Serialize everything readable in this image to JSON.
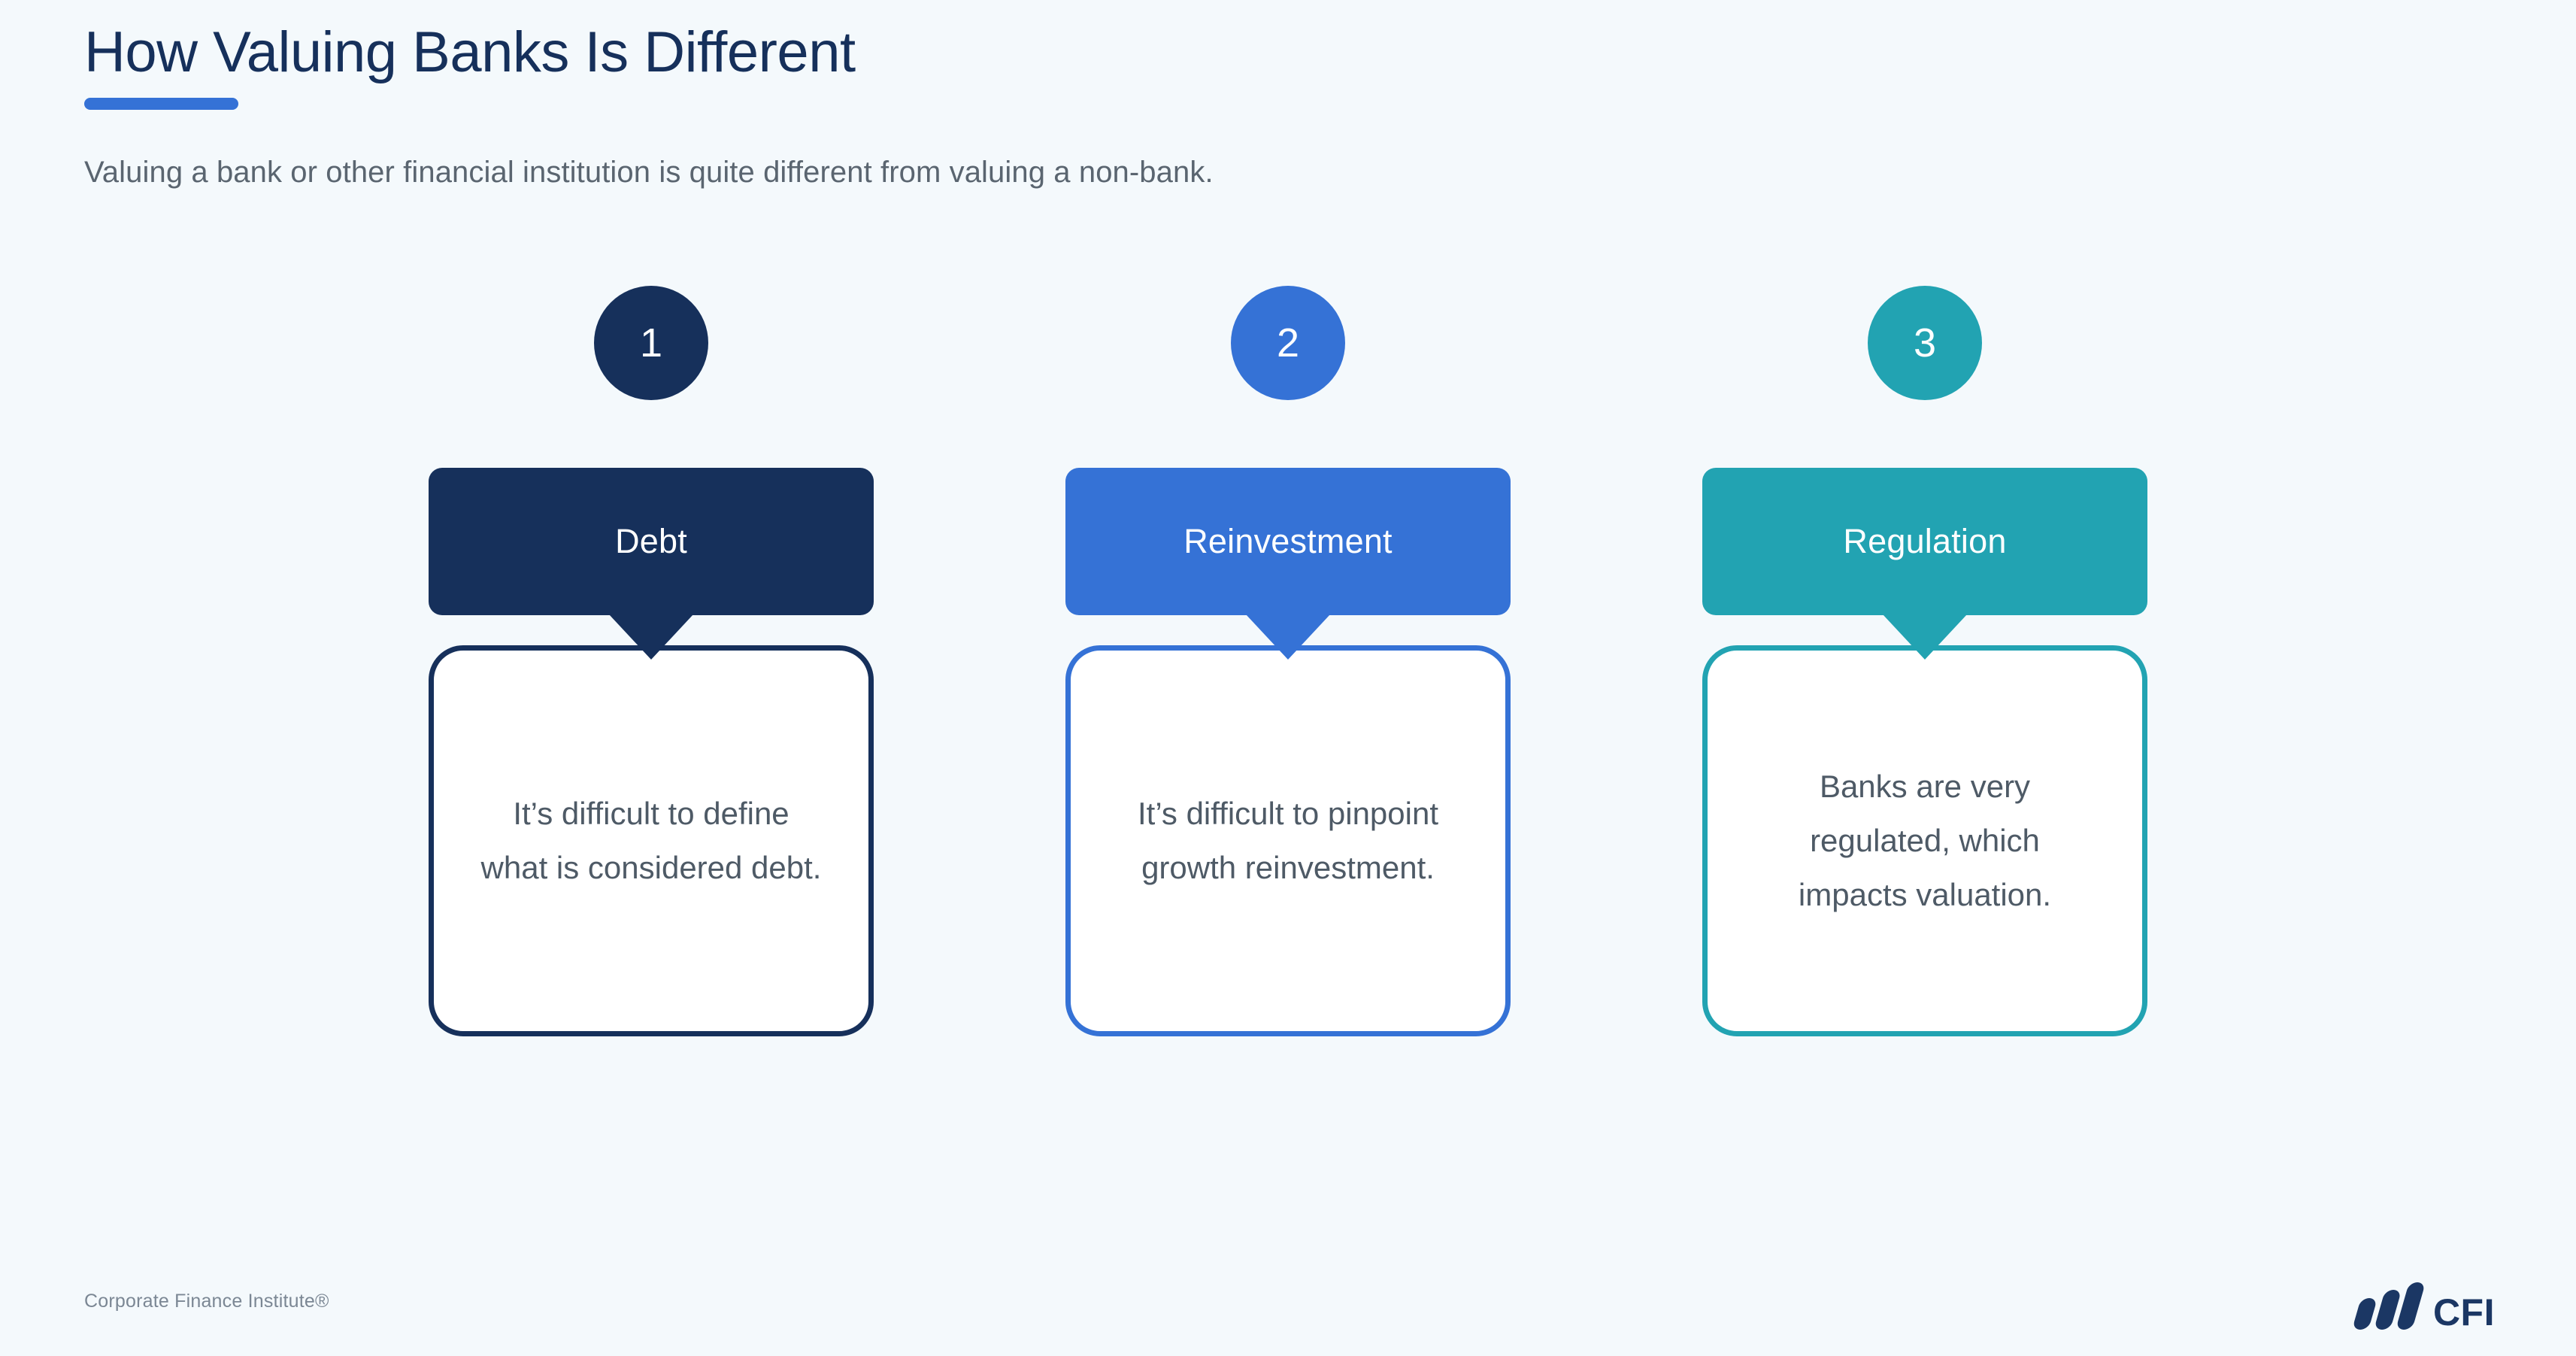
{
  "header": {
    "title": "How Valuing Banks Is Different",
    "subtitle": "Valuing a bank or other financial institution is quite different from valuing a non-bank.",
    "accent_bar_color": "#3572d6",
    "title_color": "#16305b"
  },
  "background_color": "#f4f9fc",
  "columns": [
    {
      "number": "1",
      "heading": "Debt",
      "body": "It’s difficult to define what is considered debt.",
      "color": "#16305b"
    },
    {
      "number": "2",
      "heading": "Reinvestment",
      "body": "It’s difficult to pinpoint growth reinvestment.",
      "color": "#3572d6"
    },
    {
      "number": "3",
      "heading": "Regulation",
      "body": "Banks are very regulated, which impacts valuation.",
      "color": "#22a3b2"
    }
  ],
  "footer": {
    "copyright": "Corporate Finance Institute®",
    "logo_word": "CFI",
    "logo_color": "#1b3764"
  }
}
